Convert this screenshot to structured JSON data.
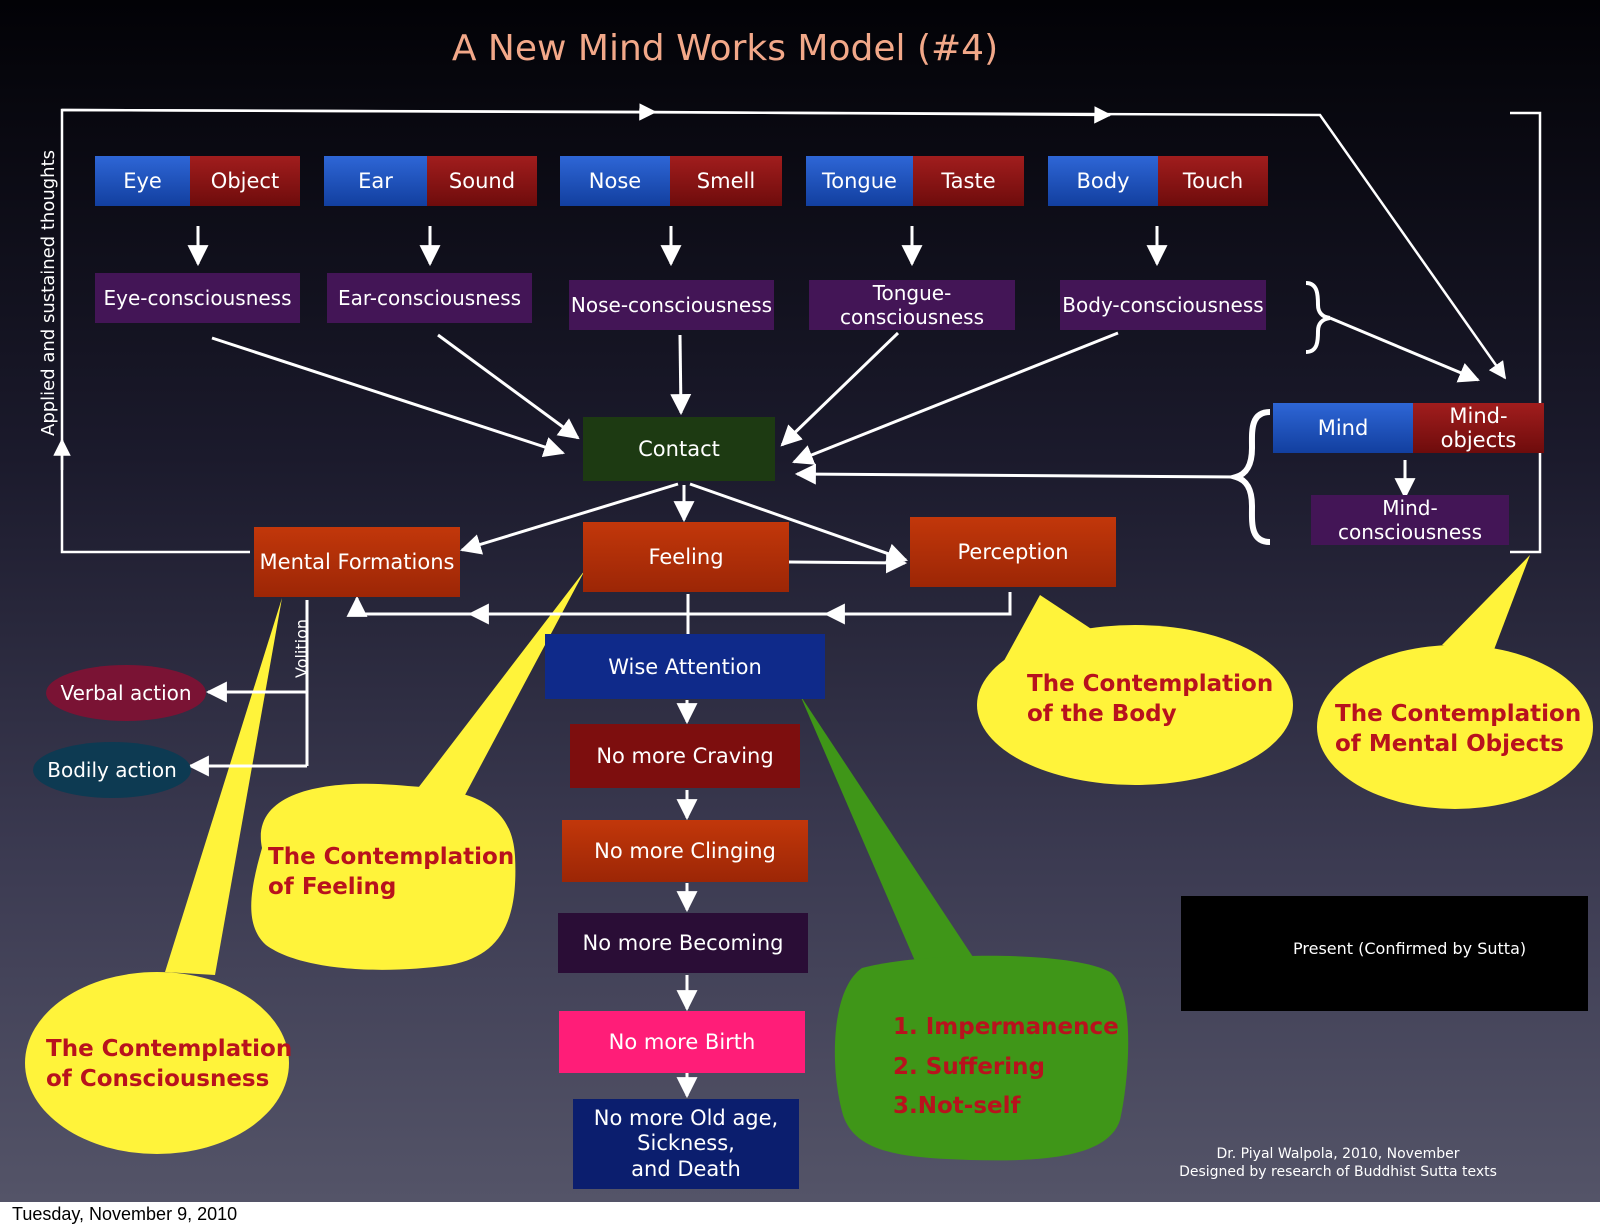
{
  "title": "A New Mind Works Model (#4)",
  "side_label": "Applied and sustained thoughts",
  "sense_pairs": [
    {
      "organ": "Eye",
      "object": "Object",
      "consciousness": "Eye-consciousness"
    },
    {
      "organ": "Ear",
      "object": "Sound",
      "consciousness": "Ear-consciousness"
    },
    {
      "organ": "Nose",
      "object": "Smell",
      "consciousness": "Nose-consciousness"
    },
    {
      "organ": "Tongue",
      "object": "Taste",
      "consciousness": "Tongue-consciousness"
    },
    {
      "organ": "Body",
      "object": "Touch",
      "consciousness": "Body-consciousness"
    }
  ],
  "mind": {
    "organ": "Mind",
    "object": "Mind-objects",
    "consciousness": "Mind-consciousness"
  },
  "nodes": {
    "contact": "Contact",
    "feeling": "Feeling",
    "perception": "Perception",
    "mental_formations": "Mental Formations",
    "volition": "Volition",
    "verbal_action": "Verbal action",
    "bodily_action": "Bodily action",
    "wise_attention": "Wise Attention",
    "no_craving": "No  more Craving",
    "no_clinging": "No  more Clinging",
    "no_becoming": "No  more Becoming",
    "no_birth": "No  more Birth",
    "no_old_age": [
      "No  more Old age,",
      "Sickness,",
      "and Death"
    ]
  },
  "bubbles": {
    "body": [
      "The Contemplation",
      "of the Body"
    ],
    "mental_objects": [
      "The Contemplation",
      "of Mental Objects"
    ],
    "feeling": [
      "The Contemplation",
      "of Feeling"
    ],
    "consciousness": [
      "The Contemplation",
      "of Consciousness"
    ],
    "characteristics": [
      "1. Impermanence",
      "2. Suffering",
      "3.Not-self"
    ]
  },
  "legend": {
    "label": "Present (Confirmed by Sutta)"
  },
  "credit": [
    "Dr. Piyal Walpola, 2010, November",
    "Designed by research of Buddhist Sutta texts"
  ],
  "footer_date": "Tuesday, November 9, 2010",
  "colors": {
    "title": "#f2a889",
    "bubble_yellow": "#fff33a",
    "bubble_green": "#3f9618",
    "bubble_text": "#b8121d",
    "sense_blue": "#1d4fb8",
    "object_red": "#8a1414",
    "consciousness_purple": "#431556",
    "contact_green": "#1d3a12",
    "orange": "#b0300a"
  }
}
